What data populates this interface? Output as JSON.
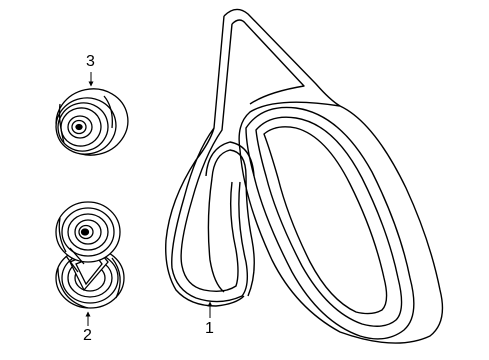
{
  "diagram": {
    "background": "#ffffff",
    "stroke_color": "#000000",
    "callouts": [
      {
        "id": "1",
        "label": "1",
        "part": "serpentine-drive-belt"
      },
      {
        "id": "2",
        "label": "2",
        "part": "belt-tensioner-assembly"
      },
      {
        "id": "3",
        "label": "3",
        "part": "idler-pulley"
      }
    ]
  }
}
